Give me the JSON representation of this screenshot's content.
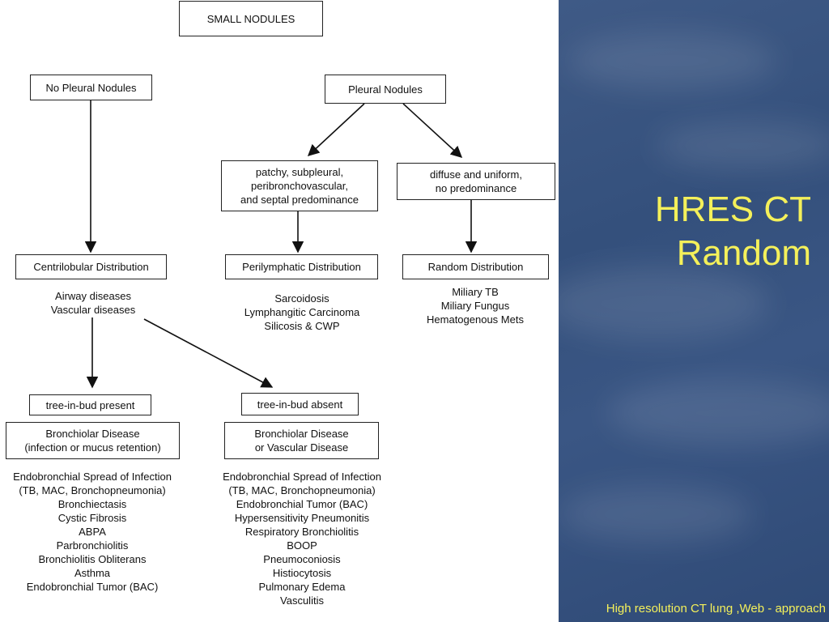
{
  "slide": {
    "title": "HRES CT\nRandom",
    "footer": "High resolution CT lung ,Web - approach"
  },
  "flowchart": {
    "root": "SMALL NODULES",
    "no_pleural": "No Pleural Nodules",
    "pleural": "Pleural Nodules",
    "patchy": "patchy, subpleural,\nperibronchovascular,\nand septal predominance",
    "diffuse": "diffuse and uniform,\nno predominance",
    "centrilobular": "Centrilobular Distribution",
    "perilymphatic": "Perilymphatic Distribution",
    "random": "Random Distribution",
    "centrilobular_list": "Airway diseases\nVascular diseases",
    "perilymphatic_list": "Sarcoidosis\nLymphangitic Carcinoma\nSilicosis & CWP",
    "random_list": "Miliary TB\nMiliary Fungus\nHematogenous Mets",
    "tib_present": "tree-in-bud present",
    "tib_absent": "tree-in-bud absent",
    "bronchiolar": "Bronchiolar Disease\n(infection or mucus retention)",
    "bronch_vasc": "Bronchiolar Disease\nor Vascular Disease",
    "present_list": "Endobronchial Spread of Infection\n(TB, MAC, Bronchopneumonia)\nBronchiectasis\nCystic Fibrosis\nABPA\nParbronchiolitis\nBronchiolitis Obliterans\nAsthma\nEndobronchial Tumor (BAC)",
    "absent_list": "Endobronchial Spread of Infection\n(TB, MAC, Bronchopneumonia)\nEndobronchial Tumor (BAC)\nHypersensitivity Pneumonitis\nRespiratory Bronchiolitis\nBOOP\nPneumoconiosis\nHistiocytosis\nPulmonary Edema\nVasculitis"
  }
}
